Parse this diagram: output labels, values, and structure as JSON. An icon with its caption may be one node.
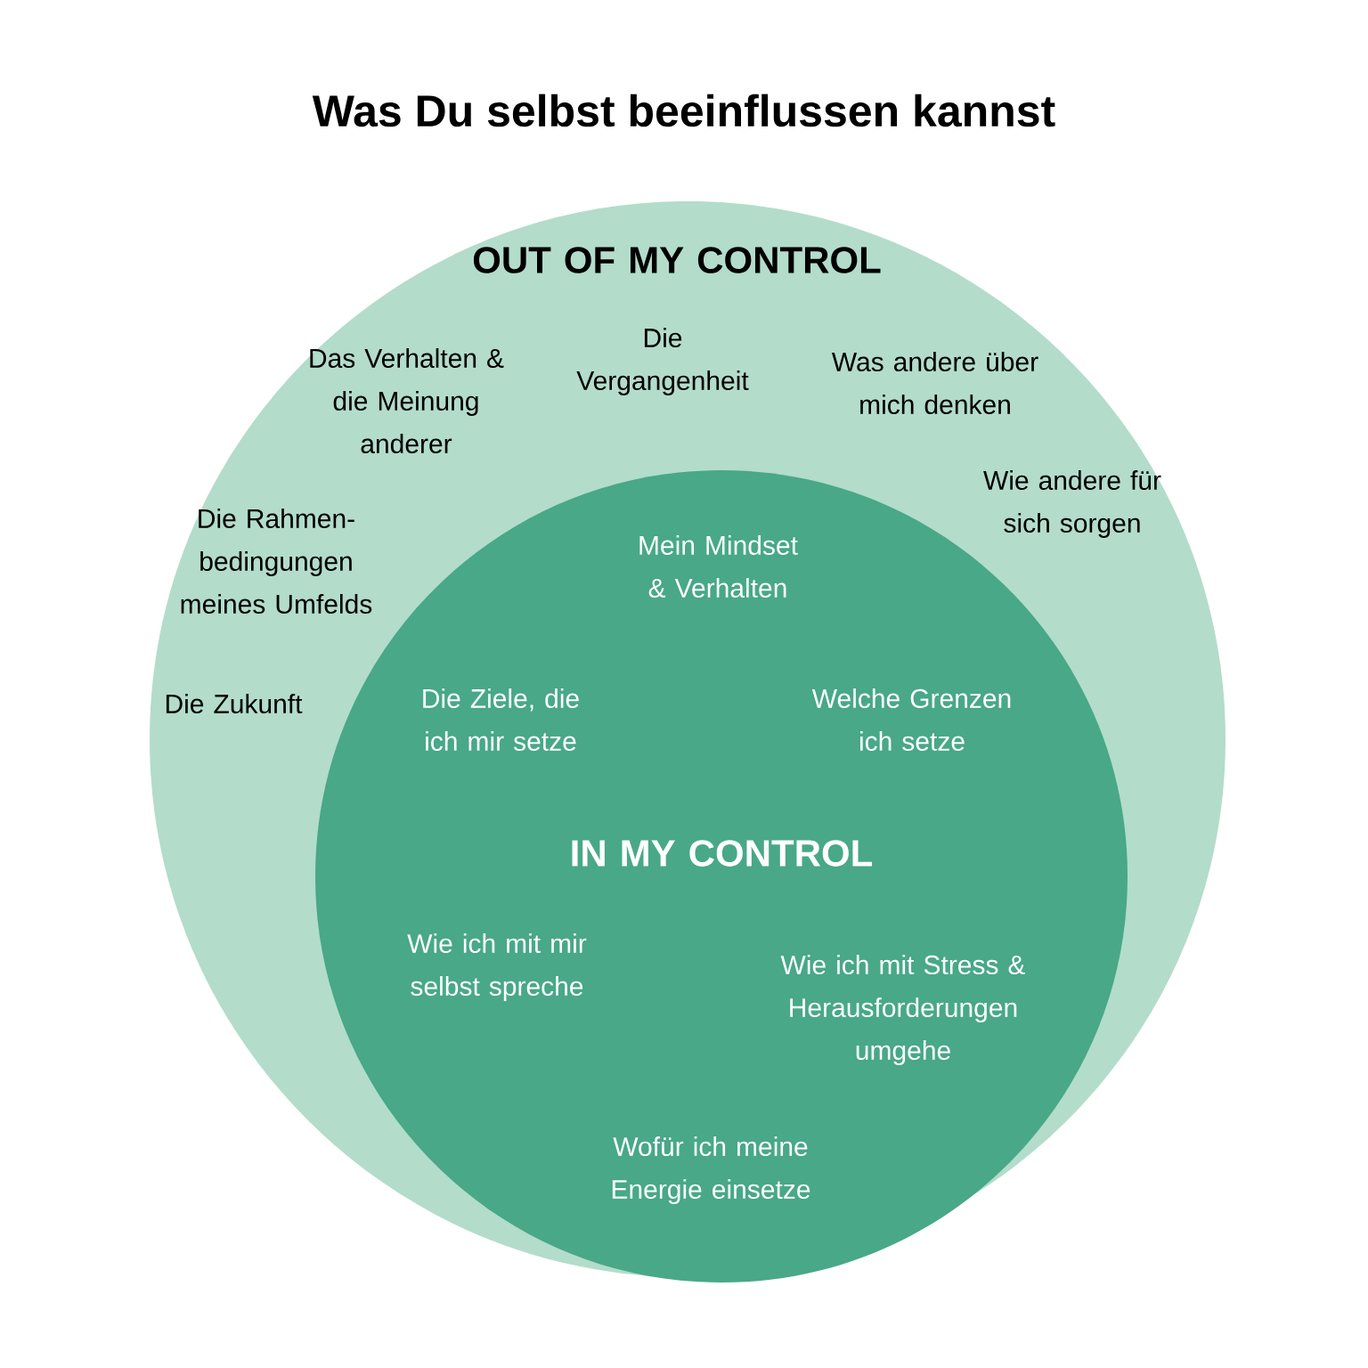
{
  "diagram": {
    "title": "Was Du selbst beeinflussen kannst",
    "nodes": [
      {
        "text": [
          "OUT OF MY CONTROL",
          "Das Verhalten & die Meinung anderer",
          "Die Vergangenheit",
          "Was andere über mich denken",
          "Wie andere für sich sorgen",
          "Die Rahmen-bedingungen meines Umfelds",
          "Die Zukunft"
        ]
      },
      {
        "text": [
          "Mein Mindset & Verhalten",
          "Die Ziele, die ich mir setze",
          "Welche Grenzen ich setze",
          "IN MY CONTROL",
          "Wie ich mit mir selbst spreche",
          "Wie ich mit Stress & Herausforderungen umgehe",
          "Wofür ich meine Energie einsetze"
        ],
        "in": 0
      }
    ]
  }
}
